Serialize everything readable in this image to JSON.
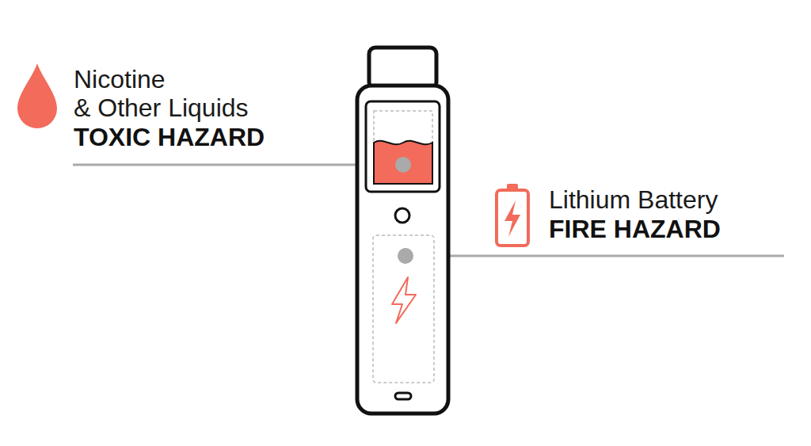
{
  "diagram": {
    "labels": [
      "Nicotine",
      "& Other Liquids",
      "TOXIC HAZARD",
      "Lithium Battery",
      "FIRE HAZARD"
    ]
  }
}
